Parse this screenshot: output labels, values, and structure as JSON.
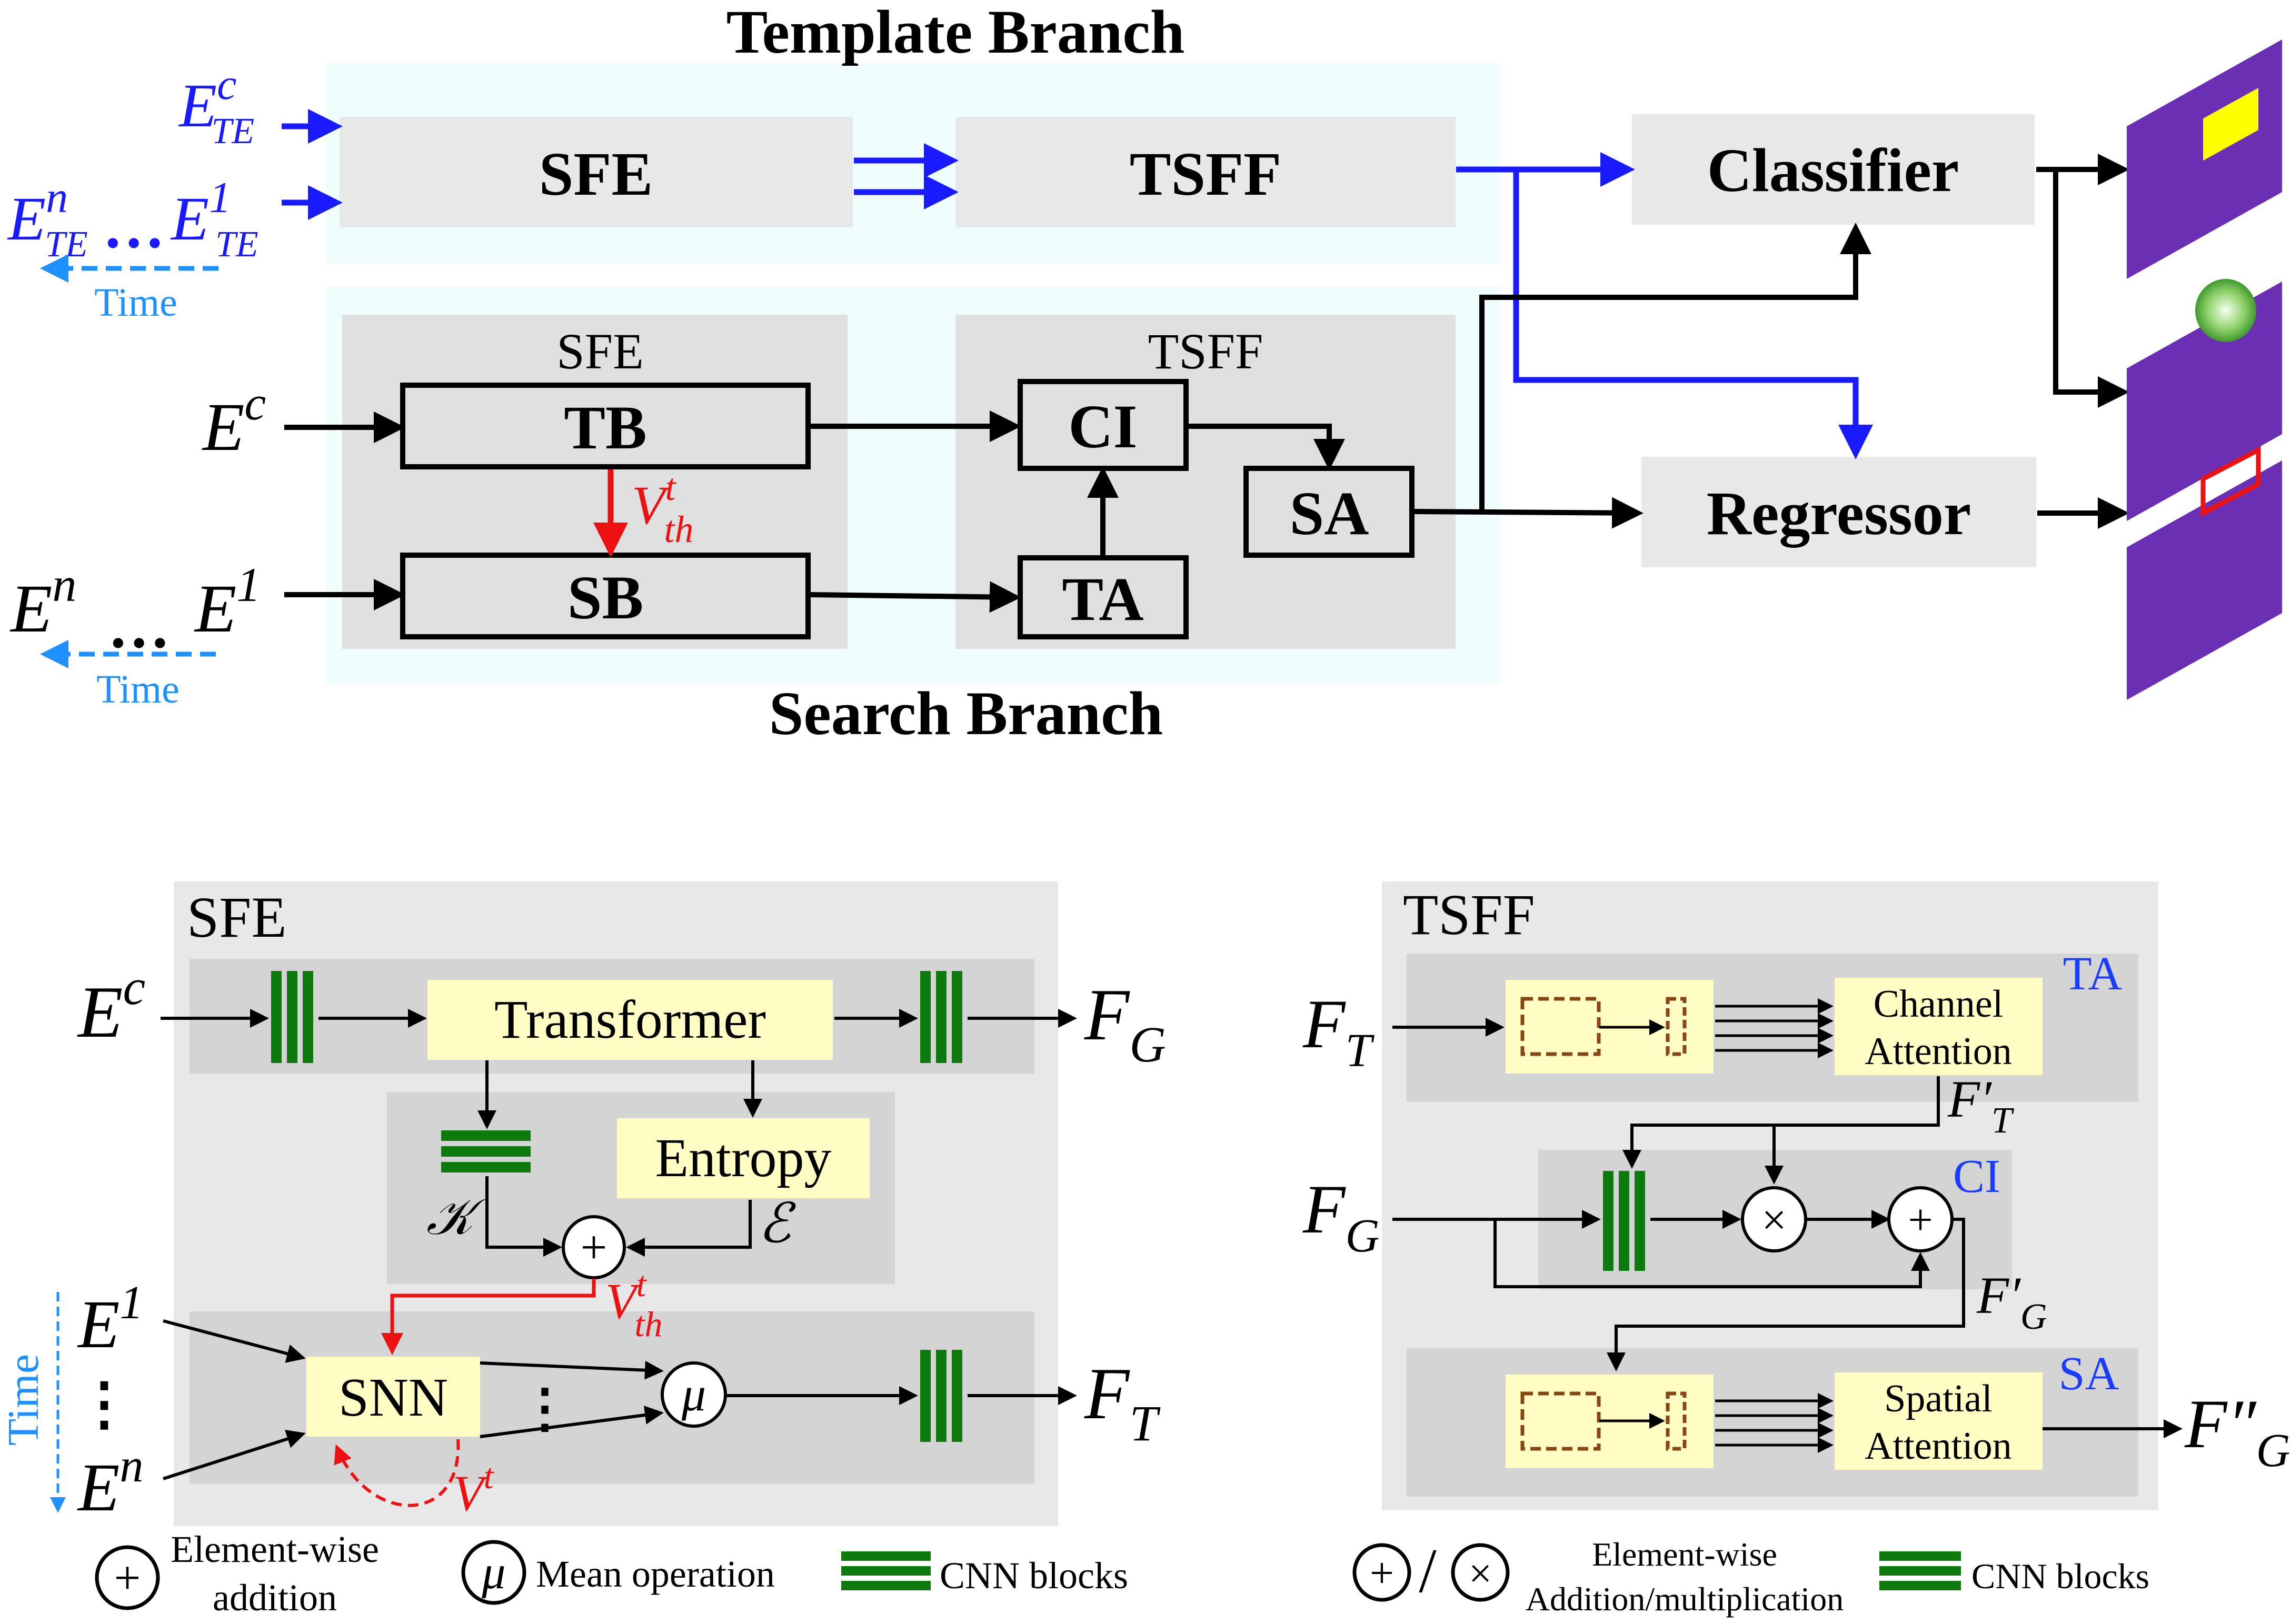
{
  "top": {
    "template_title": "Template Branch",
    "search_title": "Search Branch",
    "template_sfe": "SFE",
    "template_tsff": "TSFF",
    "classifier": "Classifier",
    "regressor": "Regressor",
    "search_sfe": "SFE",
    "search_tsff": "TSFF",
    "tb": "TB",
    "sb": "SB",
    "ci": "CI",
    "ta": "TA",
    "sa": "SA",
    "time": "Time",
    "ellipsis": "…",
    "in_ec_te": {
      "base": "E",
      "sup": "c",
      "sub": "TE"
    },
    "in_en_te": {
      "base": "E",
      "sup": "n",
      "sub": "TE"
    },
    "in_e1_te": {
      "base": "E",
      "sup": "1",
      "sub": "TE"
    },
    "in_ec": {
      "base": "E",
      "sup": "c"
    },
    "in_en": {
      "base": "E",
      "sup": "n"
    },
    "in_e1": {
      "base": "E",
      "sup": "1"
    },
    "vth": {
      "base": "V",
      "sup": "t",
      "sub": "th"
    }
  },
  "sfe_detail": {
    "title": "SFE",
    "transformer": "Transformer",
    "entropy": "Entropy",
    "snn": "SNN",
    "k_label": "𝒦",
    "e_label": "ℰ",
    "mu": "μ",
    "plus": "+",
    "time": "Time",
    "vdots": "⋮",
    "in_ec": {
      "base": "E",
      "sup": "c"
    },
    "in_e1": {
      "base": "E",
      "sup": "1"
    },
    "in_en": {
      "base": "E",
      "sup": "n"
    },
    "out_fg": {
      "base": "F",
      "sub": "G"
    },
    "out_ft": {
      "base": "F",
      "sub": "T"
    },
    "vth": {
      "base": "V",
      "sup": "t",
      "sub": "th"
    },
    "vt": {
      "base": "V",
      "sup": "t"
    }
  },
  "tsff_detail": {
    "title": "TSFF",
    "ta": "TA",
    "ci": "CI",
    "sa": "SA",
    "channel_attention": [
      "Channel",
      "Attention"
    ],
    "spatial_attention": [
      "Spatial",
      "Attention"
    ],
    "times": "×",
    "plus": "+",
    "in_ft": {
      "base": "F",
      "sub": "T"
    },
    "in_fg": {
      "base": "F",
      "sub": "G"
    },
    "ft_prime": {
      "base": "F′",
      "sub": "T"
    },
    "fg_prime": {
      "base": "F′",
      "sub": "G"
    },
    "fg_dprime": {
      "base": "F″",
      "sub": "G"
    }
  },
  "legend": {
    "addition": [
      "Element-wise",
      "addition"
    ],
    "mean": "Mean operation",
    "cnn": "CNN blocks",
    "addmul": [
      "Element-wise",
      "Addition/multiplication"
    ],
    "cnn2": "CNN blocks",
    "plus": "+",
    "times": "×",
    "mu": "μ",
    "slash": "/"
  },
  "colors": {
    "blue": "#1a1aff",
    "light_blue": "#1e90ff",
    "red": "#ee1111",
    "green": "#0e7a0e",
    "gray_box": "#e8e8e8",
    "gray_panel": "#d4d4d4",
    "cyan_bg": "#effdfd",
    "yellow_box": "#fffdc4",
    "purple": "#6b2fb3",
    "brown_dash": "#8b4513",
    "label_blue": "#1a3cff"
  }
}
